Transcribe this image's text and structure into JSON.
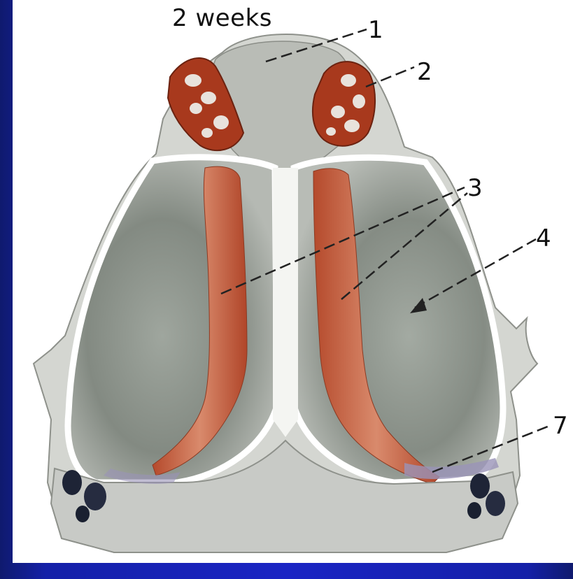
{
  "diagram": {
    "caption": "2 weeks",
    "labels": [
      "1",
      "2",
      "3",
      "4",
      "7"
    ]
  },
  "colors": {
    "slide_background": "#1a24c4",
    "panel": "#ffffff",
    "bone": "#c7c9c4",
    "sinus_cavity": "#8f958e",
    "lining": "#c9674a",
    "mucosa_dark": "#a33d22",
    "leader_line": "#222222"
  }
}
